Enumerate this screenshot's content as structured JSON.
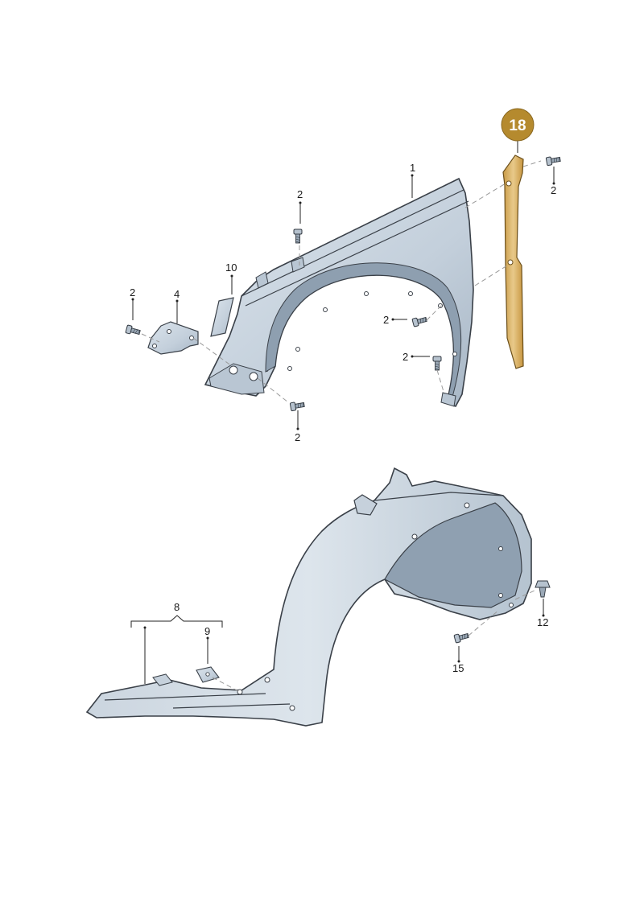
{
  "callouts": {
    "fender": "1",
    "bolt_fender_top": "2",
    "bolt_bracket_left": "2",
    "bolt_fender_bottom": "2",
    "bolt_arch_upper": "2",
    "bolt_arch_lower": "2",
    "bolt_strip_top": "2",
    "bracket": "4",
    "pad": "10",
    "liner": "8",
    "clip_nut": "9",
    "expanding_rivet": "12",
    "screw": "15"
  },
  "highlight_badge": "18",
  "colors": {
    "panel_fill": "#c9d4df",
    "panel_shade": "#a9b8c7",
    "highlight_part": "#d9b56c",
    "badge": "#b58a2e"
  }
}
